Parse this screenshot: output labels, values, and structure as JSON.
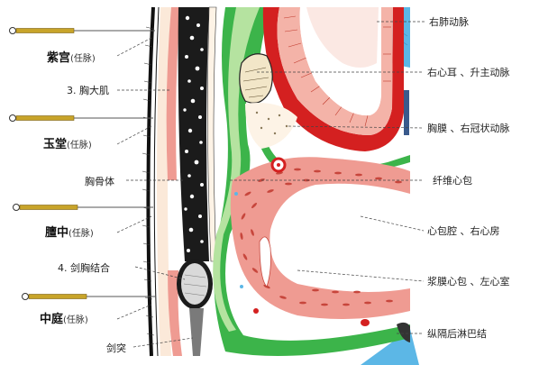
{
  "left_labels": {
    "zigong": {
      "main": "紫宫",
      "sub": "(任脉)"
    },
    "pectoralis": "3. 胸大肌",
    "yutang": {
      "main": "玉堂",
      "sub": "(任脉)"
    },
    "sternum_body": "胸骨体",
    "danzhong": {
      "main": "膻中",
      "sub": "(任脉)"
    },
    "xiphisternal": "4. 剑胸结合",
    "zhongting": {
      "main": "中庭",
      "sub": "(任脉)"
    },
    "xiphoid": "剑突"
  },
  "right_labels": {
    "right_pulmonary_artery": "右肺动脉",
    "right_auricle": "右心耳 、升主动脉",
    "pericardium": "胸膜 、右冠状动脉",
    "fibrous_pericardium": "纤维心包",
    "pericardial_cavity": "心包腔 、右心房",
    "serous_pericardium": "浆膜心包 、左心室",
    "mediastinal_lymph": "纵隔后淋巴结"
  },
  "colors": {
    "artery_red": "#d42020",
    "pericardium_green": "#3cb44a",
    "muscle_pink": "#ef9b92",
    "lung_blue": "#5cb7e6",
    "needle_gold": "#c8a42a"
  }
}
